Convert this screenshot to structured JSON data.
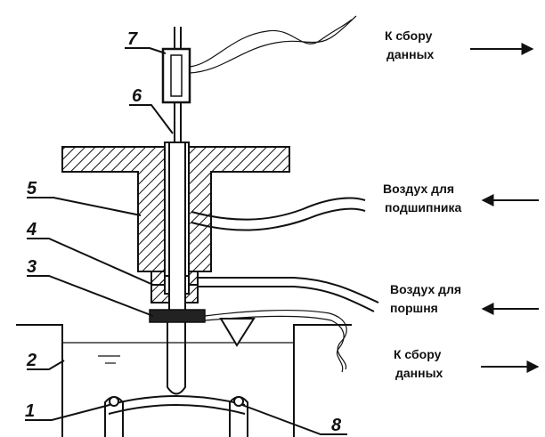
{
  "parts": {
    "p1": "1",
    "p2": "2",
    "p3": "3",
    "p4": "4",
    "p5": "5",
    "p6": "6",
    "p7": "7",
    "p8": "8"
  },
  "labels": {
    "data_top_line1": "К сбору",
    "data_top_line2": "данных",
    "air_bearing_line1": "Воздух для",
    "air_bearing_line2": "подшипника",
    "air_piston_line1": "Воздух для",
    "air_piston_line2": "поршня",
    "data_bottom_line1": "К сбору",
    "data_bottom_line2": "данных"
  },
  "colors": {
    "ink": "#111111",
    "background": "#ffffff"
  }
}
